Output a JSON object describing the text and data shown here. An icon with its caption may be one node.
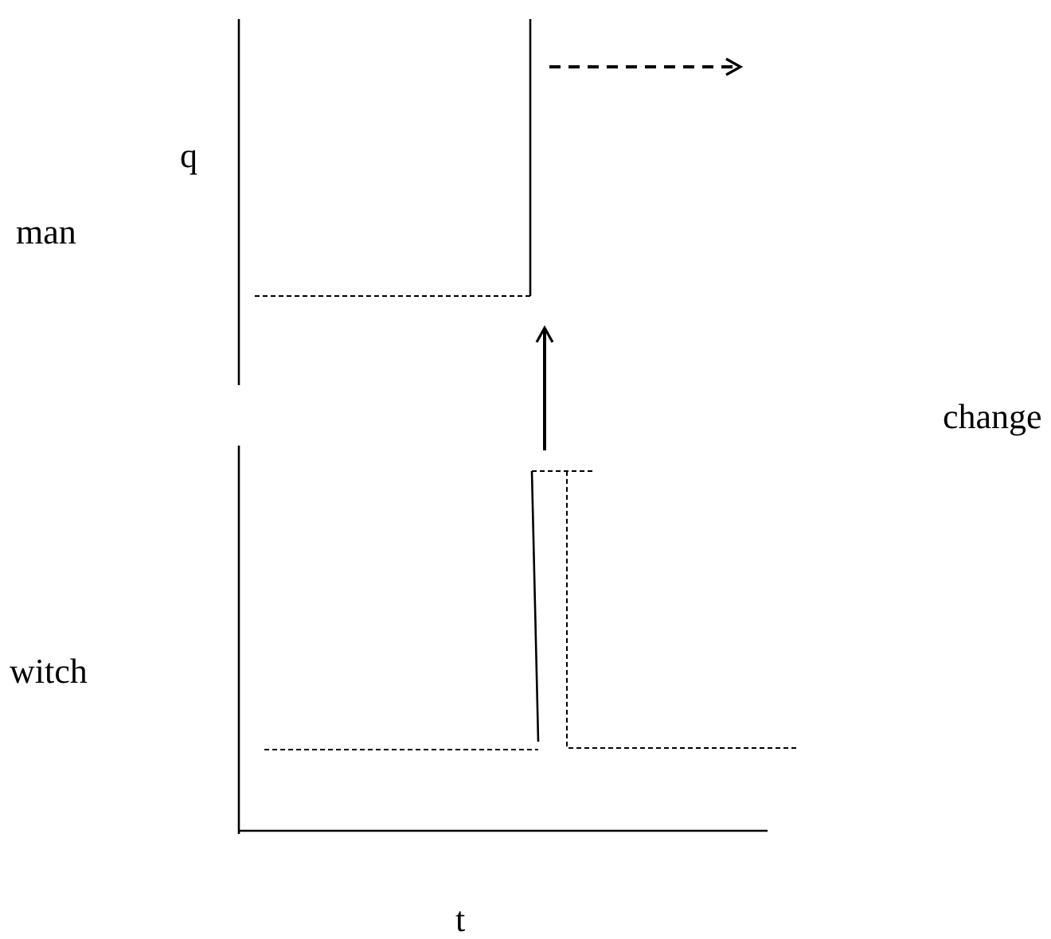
{
  "diagram": {
    "labels": [
      "q",
      "man",
      "change",
      "witch",
      "t"
    ]
  }
}
